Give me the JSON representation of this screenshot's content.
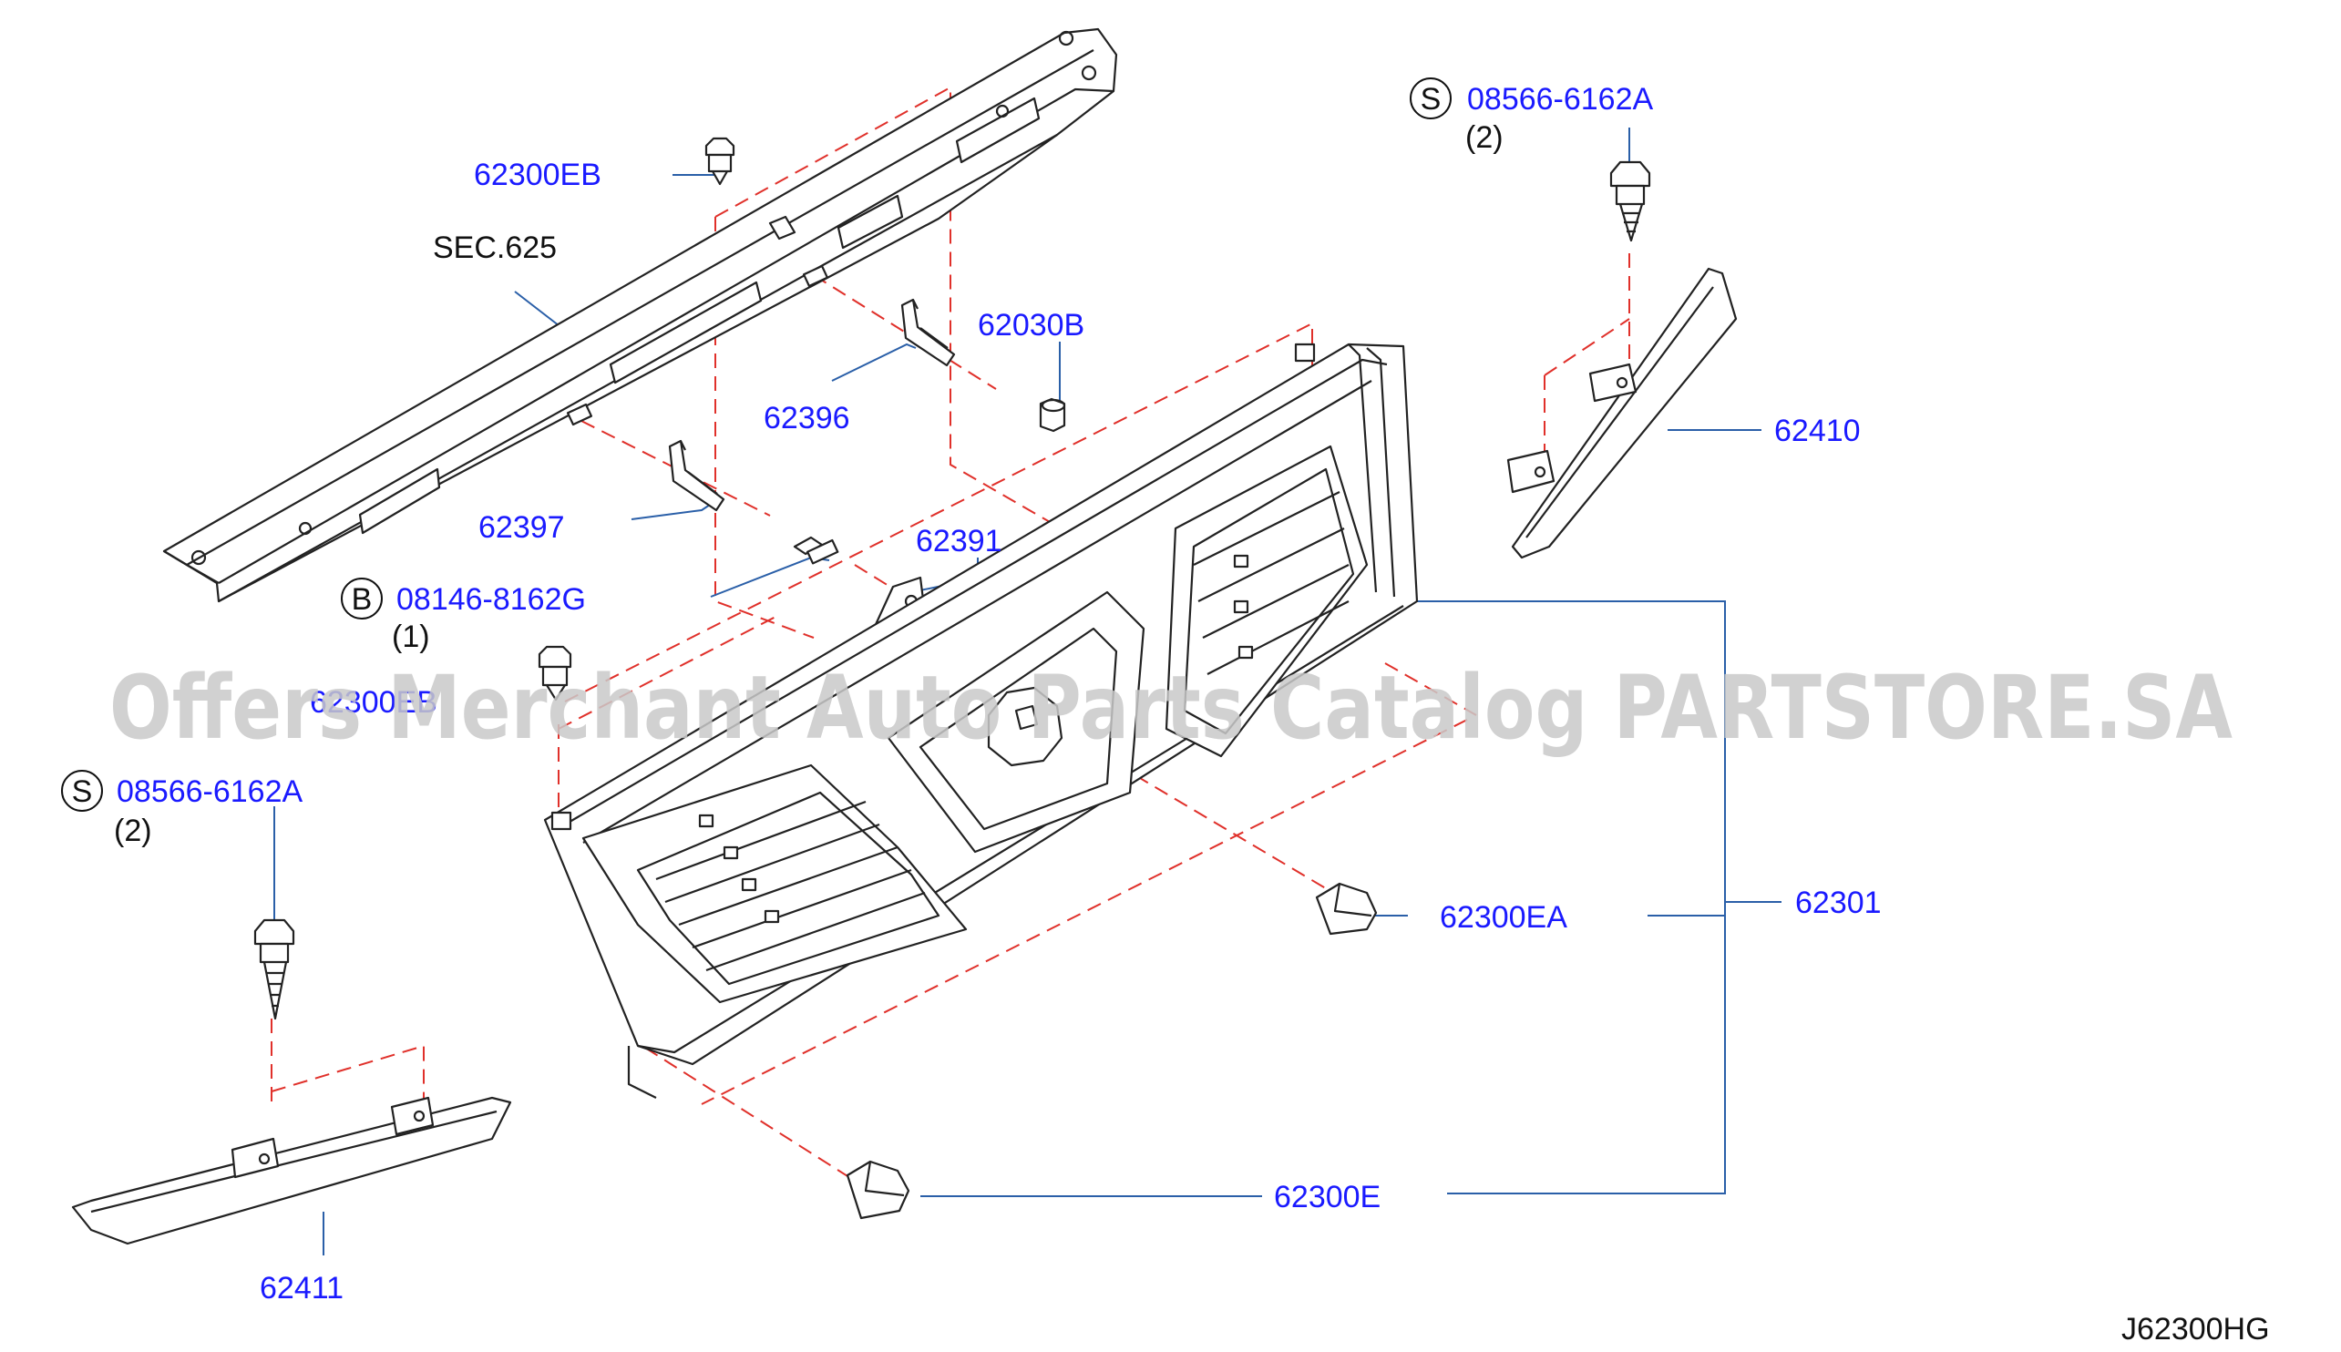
{
  "labels": {
    "p62300EB_top": "62300EB",
    "sec625": "SEC.625",
    "p62030B": "62030B",
    "p62396": "62396",
    "p62397": "62397",
    "p62391": "62391",
    "bolt_b": "08146-8162G",
    "bolt_b_qty": "(1)",
    "p62300EB_left": "62300EB",
    "screw_left": "08566-6162A",
    "screw_left_qty": "(2)",
    "screw_right": "08566-6162A",
    "screw_right_qty": "(2)",
    "p62410": "62410",
    "p62411": "62411",
    "p62301": "62301",
    "p62300EA": "62300EA",
    "p62300E": "62300E",
    "figure_code": "J62300HG"
  },
  "markers": {
    "b": "B",
    "s_left": "S",
    "s_right": "S"
  },
  "watermark": "Offers Merchant Auto Parts Catalog PARTSTORE.SA",
  "colors": {
    "part_number": "#1a1aff",
    "leader_line": "#2a5fa8",
    "dashed_guide": "#e0302a",
    "outline": "#222222",
    "watermark": "#c9c9c9"
  },
  "icons": [
    "clip-icon",
    "screw-icon",
    "bolt-icon",
    "nut-icon",
    "bracket-icon"
  ]
}
